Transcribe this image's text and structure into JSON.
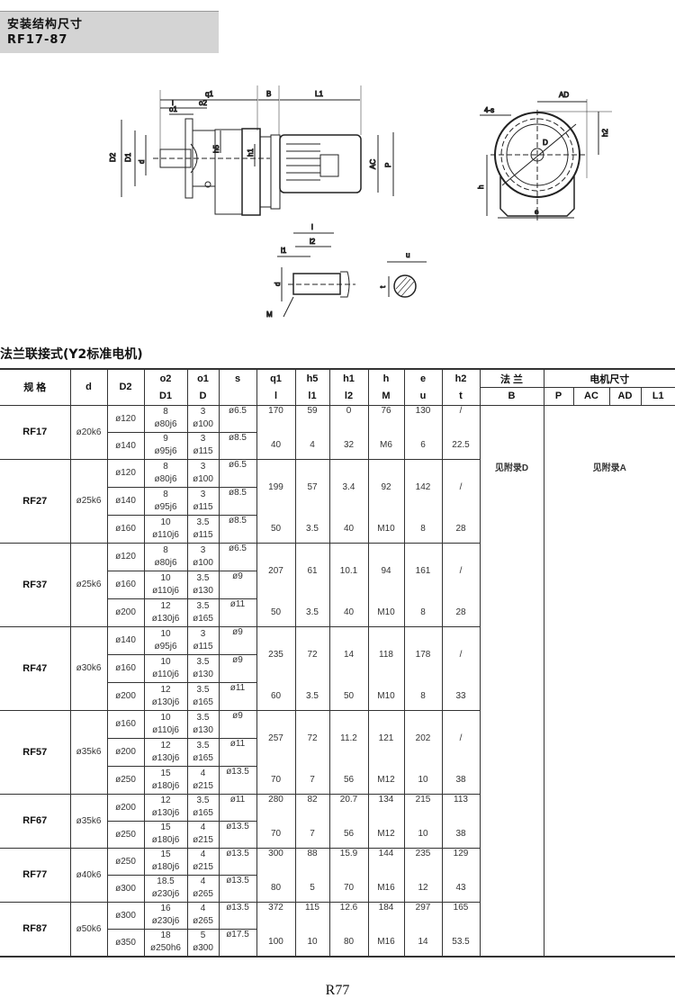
{
  "header": {
    "title": "安装结构尺寸",
    "subtitle": "RF17-87"
  },
  "drawing_labels": {
    "main": [
      "q1",
      "B",
      "L1",
      "l",
      "o2",
      "o1",
      "D2",
      "D1",
      "d",
      "h5",
      "h1",
      "AC",
      "P"
    ],
    "front": [
      "AD",
      "4-s",
      "h2",
      "D",
      "h",
      "e"
    ],
    "shaft": [
      "l",
      "l2",
      "l1",
      "d",
      "M"
    ],
    "key": [
      "u",
      "t"
    ]
  },
  "section_title": "法兰联接式(Y2标准电机)",
  "table": {
    "header_top": [
      "规 格",
      "d",
      "D2",
      "o2",
      "o1",
      "s",
      "q1",
      "h5",
      "h1",
      "h",
      "e",
      "h2",
      "法 兰",
      "电机尺寸"
    ],
    "header_bottom": [
      "D1",
      "D",
      "l",
      "l1",
      "l2",
      "M",
      "u",
      "t",
      "B",
      "P",
      "AC",
      "AD",
      "L1"
    ],
    "flange_note": "见附录D",
    "motor_note": "见附录A",
    "groups": [
      {
        "model": "RF17",
        "d": "ø20k6",
        "rows": [
          {
            "D2": "ø120",
            "o2": "8",
            "D1": "ø80j6",
            "o1": "3",
            "D": "ø100",
            "s": "ø6.5"
          },
          {
            "D2": "ø140",
            "o2": "9",
            "D1": "ø95j6",
            "o1": "3",
            "D": "ø115",
            "s": "ø8.5"
          }
        ],
        "top": [
          "170",
          "59",
          "0",
          "76",
          "130",
          "/"
        ],
        "bottom": [
          "40",
          "4",
          "32",
          "M6",
          "6",
          "22.5"
        ]
      },
      {
        "model": "RF27",
        "d": "ø25k6",
        "rows": [
          {
            "D2": "ø120",
            "o2": "8",
            "D1": "ø80j6",
            "o1": "3",
            "D": "ø100",
            "s": "ø6.5"
          },
          {
            "D2": "ø140",
            "o2": "8",
            "D1": "ø95j6",
            "o1": "3",
            "D": "ø115",
            "s": "ø8.5"
          },
          {
            "D2": "ø160",
            "o2": "10",
            "D1": "ø110j6",
            "o1": "3.5",
            "D": "ø115",
            "s": "ø8.5"
          }
        ],
        "top": [
          "199",
          "57",
          "3.4",
          "92",
          "142",
          "/"
        ],
        "bottom": [
          "50",
          "3.5",
          "40",
          "M10",
          "8",
          "28"
        ]
      },
      {
        "model": "RF37",
        "d": "ø25k6",
        "rows": [
          {
            "D2": "ø120",
            "o2": "8",
            "D1": "ø80j6",
            "o1": "3",
            "D": "ø100",
            "s": "ø6.5"
          },
          {
            "D2": "ø160",
            "o2": "10",
            "D1": "ø110j6",
            "o1": "3.5",
            "D": "ø130",
            "s": "ø9"
          },
          {
            "D2": "ø200",
            "o2": "12",
            "D1": "ø130j6",
            "o1": "3.5",
            "D": "ø165",
            "s": "ø11"
          }
        ],
        "top": [
          "207",
          "61",
          "10.1",
          "94",
          "161",
          "/"
        ],
        "bottom": [
          "50",
          "3.5",
          "40",
          "M10",
          "8",
          "28"
        ]
      },
      {
        "model": "RF47",
        "d": "ø30k6",
        "rows": [
          {
            "D2": "ø140",
            "o2": "10",
            "D1": "ø95j6",
            "o1": "3",
            "D": "ø115",
            "s": "ø9"
          },
          {
            "D2": "ø160",
            "o2": "10",
            "D1": "ø110j6",
            "o1": "3.5",
            "D": "ø130",
            "s": "ø9"
          },
          {
            "D2": "ø200",
            "o2": "12",
            "D1": "ø130j6",
            "o1": "3.5",
            "D": "ø165",
            "s": "ø11"
          }
        ],
        "top": [
          "235",
          "72",
          "14",
          "118",
          "178",
          "/"
        ],
        "bottom": [
          "60",
          "3.5",
          "50",
          "M10",
          "8",
          "33"
        ]
      },
      {
        "model": "RF57",
        "d": "ø35k6",
        "rows": [
          {
            "D2": "ø160",
            "o2": "10",
            "D1": "ø110j6",
            "o1": "3.5",
            "D": "ø130",
            "s": "ø9"
          },
          {
            "D2": "ø200",
            "o2": "12",
            "D1": "ø130j6",
            "o1": "3.5",
            "D": "ø165",
            "s": "ø11"
          },
          {
            "D2": "ø250",
            "o2": "15",
            "D1": "ø180j6",
            "o1": "4",
            "D": "ø215",
            "s": "ø13.5"
          }
        ],
        "top": [
          "257",
          "72",
          "11.2",
          "121",
          "202",
          "/"
        ],
        "bottom": [
          "70",
          "7",
          "56",
          "M12",
          "10",
          "38"
        ]
      },
      {
        "model": "RF67",
        "d": "ø35k6",
        "rows": [
          {
            "D2": "ø200",
            "o2": "12",
            "D1": "ø130j6",
            "o1": "3.5",
            "D": "ø165",
            "s": "ø11"
          },
          {
            "D2": "ø250",
            "o2": "15",
            "D1": "ø180j6",
            "o1": "4",
            "D": "ø215",
            "s": "ø13.5"
          }
        ],
        "top": [
          "280",
          "82",
          "20.7",
          "134",
          "215",
          "113"
        ],
        "bottom": [
          "70",
          "7",
          "56",
          "M12",
          "10",
          "38"
        ]
      },
      {
        "model": "RF77",
        "d": "ø40k6",
        "rows": [
          {
            "D2": "ø250",
            "o2": "15",
            "D1": "ø180j6",
            "o1": "4",
            "D": "ø215",
            "s": "ø13.5"
          },
          {
            "D2": "ø300",
            "o2": "18.5",
            "D1": "ø230j6",
            "o1": "4",
            "D": "ø265",
            "s": "ø13.5"
          }
        ],
        "top": [
          "300",
          "88",
          "15.9",
          "144",
          "235",
          "129"
        ],
        "bottom": [
          "80",
          "5",
          "70",
          "M16",
          "12",
          "43"
        ]
      },
      {
        "model": "RF87",
        "d": "ø50k6",
        "rows": [
          {
            "D2": "ø300",
            "o2": "16",
            "D1": "ø230j6",
            "o1": "4",
            "D": "ø265",
            "s": "ø13.5"
          },
          {
            "D2": "ø350",
            "o2": "18",
            "D1": "ø250h6",
            "o1": "5",
            "D": "ø300",
            "s": "ø17.5"
          }
        ],
        "top": [
          "372",
          "115",
          "12.6",
          "184",
          "297",
          "165"
        ],
        "bottom": [
          "100",
          "10",
          "80",
          "M16",
          "14",
          "53.5"
        ]
      }
    ]
  },
  "footer": {
    "page": "R77"
  }
}
